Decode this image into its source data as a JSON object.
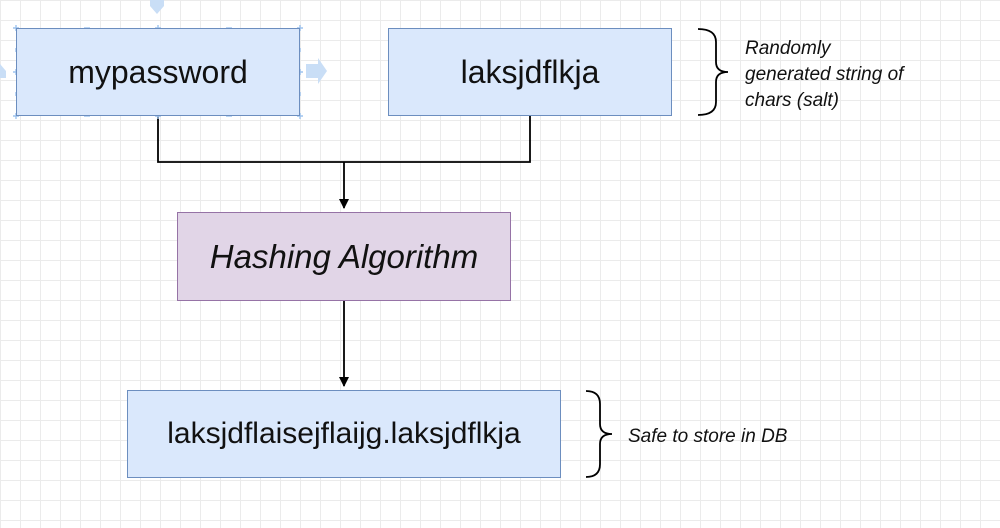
{
  "nodes": {
    "password": {
      "label": "mypassword"
    },
    "salt": {
      "label": "laksjdflkja"
    },
    "hashing": {
      "label": "Hashing Algorithm"
    },
    "output": {
      "label": "laksjdflaisejflaijg.laksjdflkja"
    }
  },
  "annotations": {
    "salt_note": {
      "lines": [
        "Randomly",
        "generated string of",
        "chars (salt)"
      ]
    },
    "output_note": {
      "lines": [
        "Safe to store in DB"
      ]
    }
  },
  "colors": {
    "input_fill": "#dae8fc",
    "input_stroke": "#6c8ebf",
    "process_fill": "#e1d5e7",
    "process_stroke": "#9673a6",
    "connector": "#000000",
    "selection_hint": "#9ec3ee",
    "grid": "#ebebeb"
  },
  "icons": {
    "cursor": "move-cursor-icon",
    "brace": "curly-brace-icon",
    "arrow": "arrow-down-icon"
  }
}
